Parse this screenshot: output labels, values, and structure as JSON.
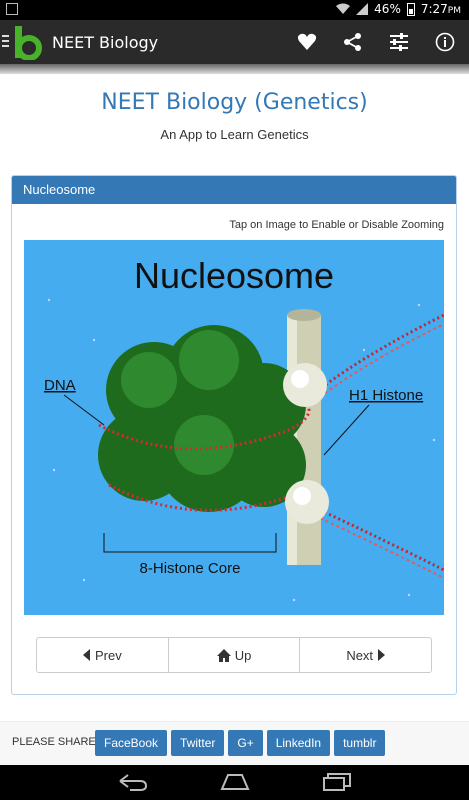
{
  "status": {
    "battery": "46%",
    "time": "7:27",
    "time_suffix": "PM"
  },
  "appbar": {
    "title": "NEET Biology",
    "icons": [
      "hamburger-icon",
      "logo-icon",
      "heart-icon",
      "share-icon",
      "settings-icon",
      "info-icon"
    ]
  },
  "header": {
    "title": "NEET Biology (Genetics)",
    "subtitle": "An App to Learn Genetics"
  },
  "panel": {
    "title": "Nucleosome",
    "hint": "Tap on Image to Enable or Disable Zooming",
    "image": {
      "title": "Nucleosome",
      "label_dna": "DNA",
      "label_h1": "H1 Histone",
      "label_core": "8-Histone Core"
    },
    "pager": {
      "prev": "Prev",
      "up": "Up",
      "next": "Next"
    }
  },
  "share": {
    "label": "PLEASE SHARE:",
    "buttons": [
      "FaceBook",
      "Twitter",
      "G+",
      "LinkedIn",
      "tumblr"
    ]
  },
  "colors": {
    "accent": "#3478b6",
    "logo_green": "#49b22b",
    "image_bg": "#46acf0"
  }
}
